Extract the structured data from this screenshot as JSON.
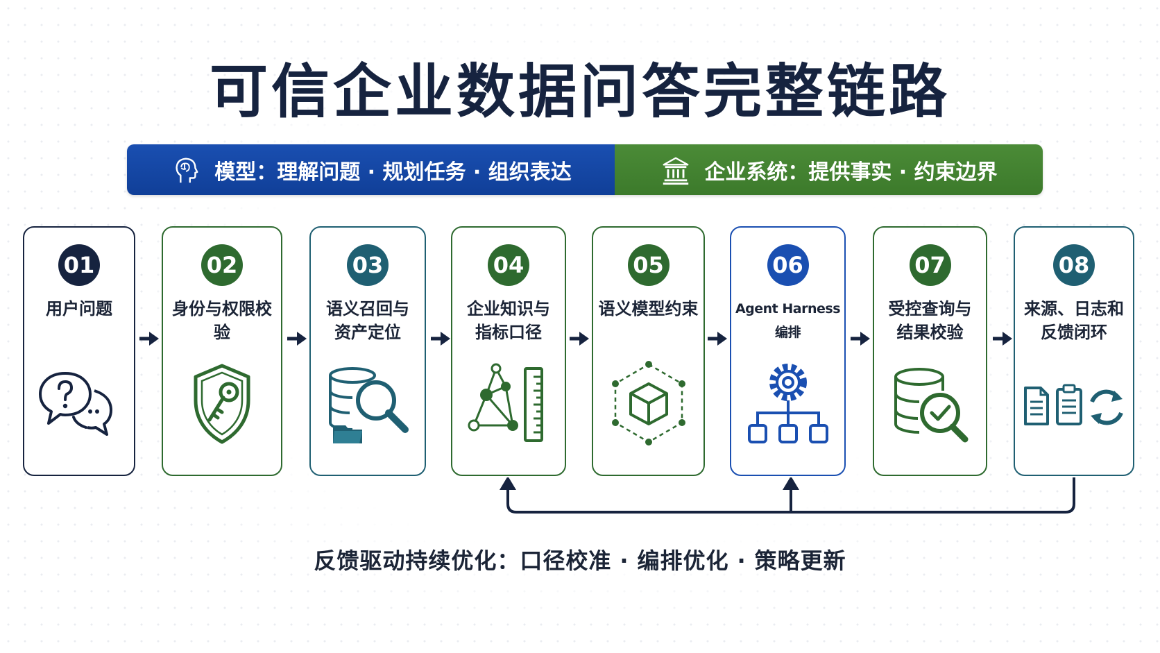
{
  "title": "可信企业数据问答完整链路",
  "banner": {
    "left_text": "模型：理解问题 · 规划任务 · 组织表达",
    "right_text": "企业系统：提供事实 · 约束边界",
    "left_color": "#1a4fb1",
    "right_color": "#4b8b37",
    "left_icon": "brain-head-icon",
    "right_icon": "institution-building-icon"
  },
  "steps": [
    {
      "num": "01",
      "label_lines": [
        "用户问题"
      ],
      "icon": "question-chat-icon",
      "badge_color": "#16233f",
      "border_color": "#16233f"
    },
    {
      "num": "02",
      "label_lines": [
        "身份与权限校验"
      ],
      "icon": "shield-key-icon",
      "badge_color": "#2e6a2f",
      "border_color": "#2e6a2f"
    },
    {
      "num": "03",
      "label_lines": [
        "语义召回与",
        "资产定位"
      ],
      "icon": "database-search-icon",
      "badge_color": "#1f5f72",
      "border_color": "#1f5f72"
    },
    {
      "num": "04",
      "label_lines": [
        "企业知识与",
        "指标口径"
      ],
      "icon": "graph-ruler-icon",
      "badge_color": "#2e6a2f",
      "border_color": "#2e6a2f"
    },
    {
      "num": "05",
      "label_lines": [
        "语义模型约束"
      ],
      "icon": "cube-network-icon",
      "badge_color": "#2e6a2f",
      "border_color": "#2e6a2f"
    },
    {
      "num": "06",
      "label_lines": [
        "Agent Harness编排"
      ],
      "icon": "gear-hierarchy-icon",
      "badge_color": "#1a4fb1",
      "border_color": "#1a4fb1"
    },
    {
      "num": "07",
      "label_lines": [
        "受控查询与",
        "结果校验"
      ],
      "icon": "database-check-icon",
      "badge_color": "#2e6a2f",
      "border_color": "#2e6a2f"
    },
    {
      "num": "08",
      "label_lines": [
        "来源、日志和",
        "反馈闭环"
      ],
      "icon": "docs-refresh-icon",
      "badge_color": "#1f5f72",
      "border_color": "#1f5f72"
    }
  ],
  "feedback": {
    "prefix": "反馈驱动持续优化：",
    "items": [
      "口径校准",
      "编排优化",
      "策略更新"
    ],
    "separator": "·"
  }
}
